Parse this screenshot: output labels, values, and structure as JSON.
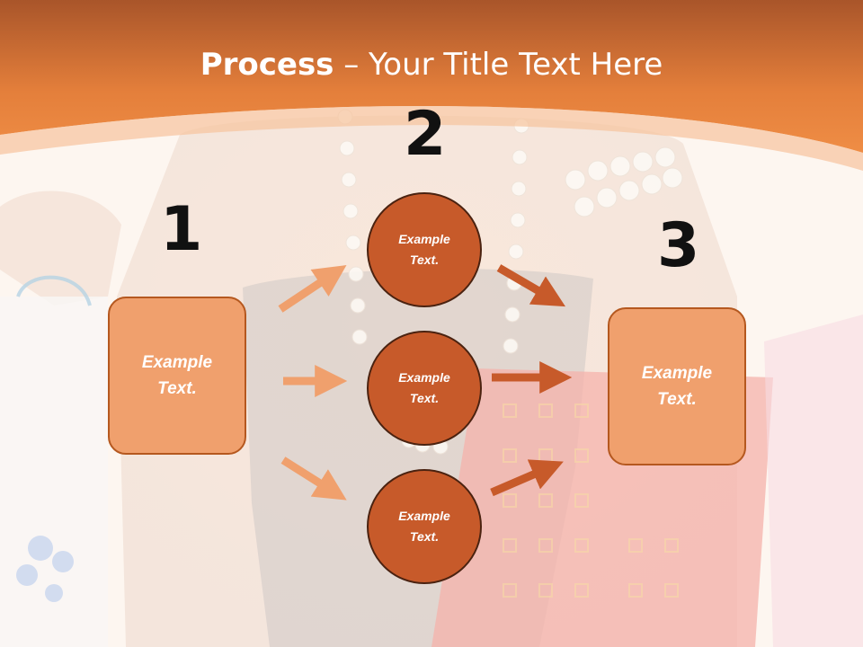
{
  "title": {
    "bold": "Process",
    "rest": " – Your Title Text Here"
  },
  "steps": [
    "1",
    "2",
    "3"
  ],
  "left_box": "Example Text.",
  "circles": [
    "Example Text.",
    "Example Text.",
    "Example Text."
  ],
  "right_box": "Example Text.",
  "colors": {
    "header": "#e57f3c",
    "box_fill": "#f0a06d",
    "circle_fill": "#c75a2a",
    "arrow_light": "#f0a06d",
    "arrow_dark": "#c75a2a"
  }
}
